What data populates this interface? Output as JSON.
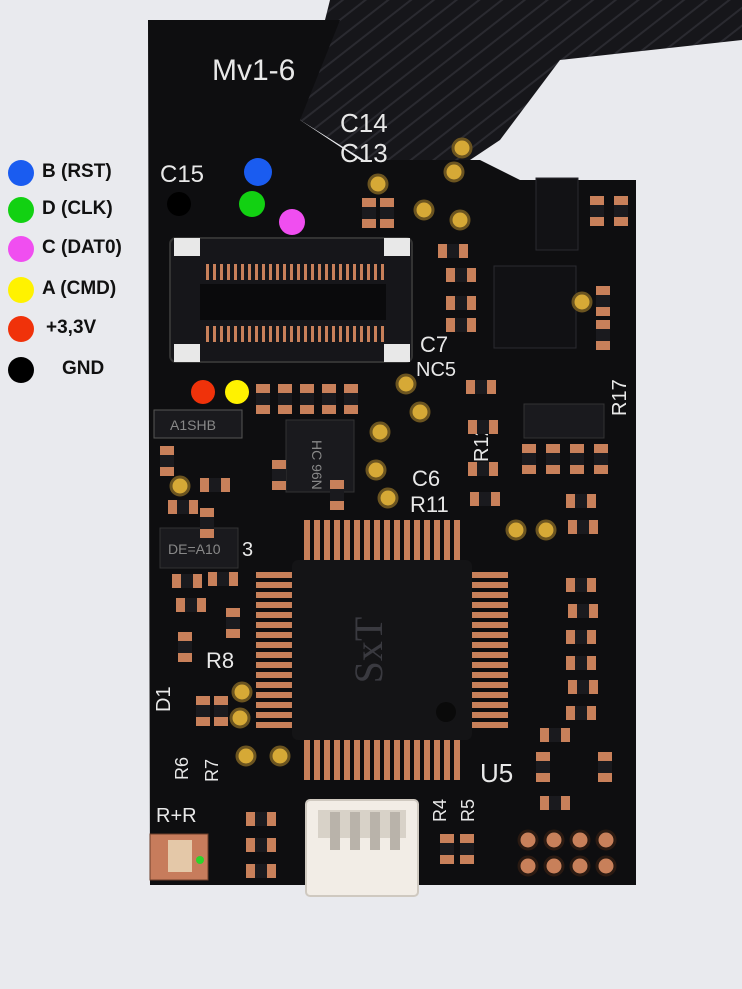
{
  "legend": [
    {
      "label": "B (RST)",
      "color": "#1a5cf0"
    },
    {
      "label": "D (CLK)",
      "color": "#12d112"
    },
    {
      "label": "C (DAT0)",
      "color": "#f04ef0"
    },
    {
      "label": "A (CMD)",
      "color": "#fff200"
    },
    {
      "label": "+3,3V",
      "color": "#f0320a"
    },
    {
      "label": "GND",
      "color": "#000000"
    }
  ],
  "board": {
    "silkscreen": {
      "model": "Mv1-6",
      "c14": "C14",
      "c13": "C13",
      "c15": "C15",
      "c7": "C7",
      "nc5": "NC5",
      "r17": "R17",
      "r12": "R12",
      "c6": "C6",
      "r11": "R11",
      "r8": "R8",
      "d1": "D1",
      "r6": "R6",
      "r7": "R7",
      "rr": "R+R",
      "r4": "R4",
      "r5": "R5",
      "u5": "U5",
      "num3": "3"
    },
    "chip_markings": {
      "main": "SxT",
      "small": "HC 96N",
      "left": "DE=A10",
      "top_left": "A1SHB"
    },
    "colors": {
      "pcb": "#0e0e10",
      "copper": "#c8805a",
      "gold": "#d6a936",
      "silk": "#e8e8e8",
      "connector": "#f2ede6"
    }
  }
}
